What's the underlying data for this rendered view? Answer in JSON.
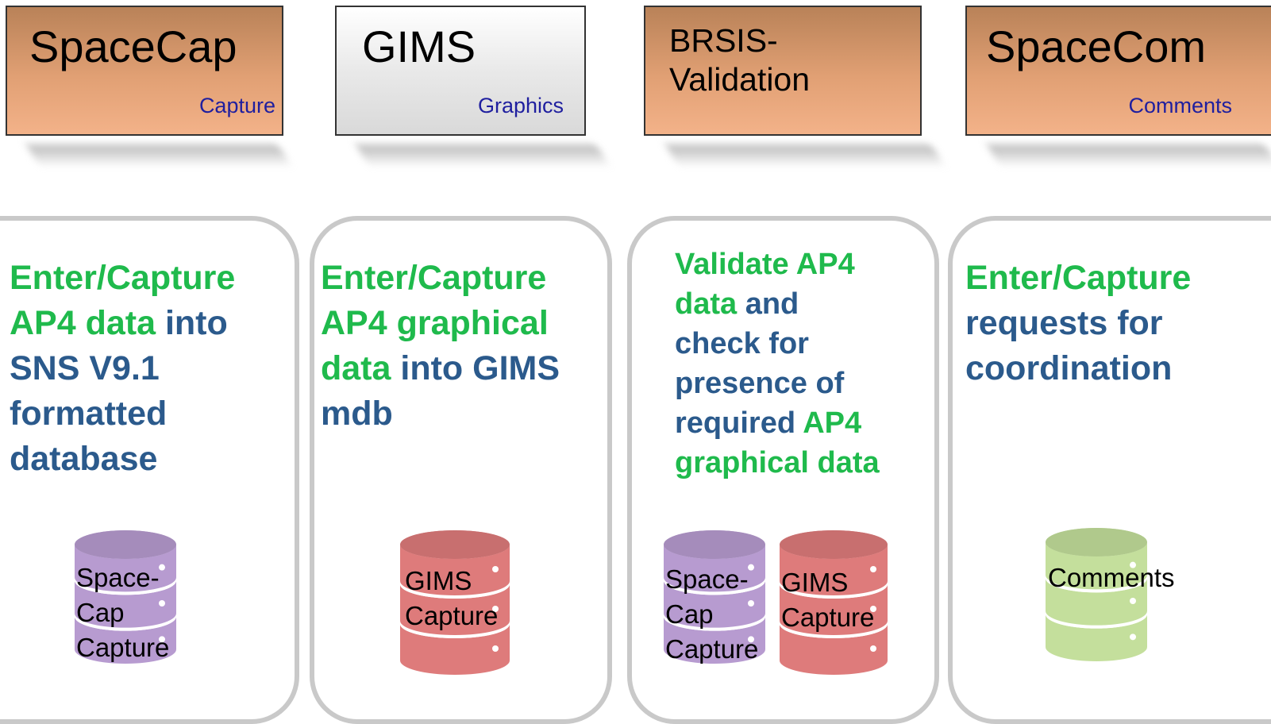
{
  "tools": [
    {
      "name": "SpaceCap",
      "sub": "Capture"
    },
    {
      "name": "GIMS",
      "sub": "Graphics"
    },
    {
      "name": "BRSIS-Validation",
      "sub": ""
    },
    {
      "name": "SpaceCom",
      "sub": "Comments"
    }
  ],
  "panels": [
    {
      "lines": [
        [
          {
            "t": "Enter/Capture",
            "c": "g"
          }
        ],
        [
          {
            "t": "AP4 data ",
            "c": "g"
          },
          {
            "t": "into",
            "c": "b"
          }
        ],
        [
          {
            "t": "SNS V9.1",
            "c": "b"
          }
        ],
        [
          {
            "t": "formatted",
            "c": "b"
          }
        ],
        [
          {
            "t": "database",
            "c": "b"
          }
        ]
      ]
    },
    {
      "lines": [
        [
          {
            "t": "Enter/Capture",
            "c": "g"
          }
        ],
        [
          {
            "t": "AP4 graphical",
            "c": "g"
          }
        ],
        [
          {
            "t": "data ",
            "c": "g"
          },
          {
            "t": "into GIMS",
            "c": "b"
          }
        ],
        [
          {
            "t": "mdb",
            "c": "b"
          }
        ]
      ]
    },
    {
      "lines": [
        [
          {
            "t": "Validate AP4",
            "c": "g"
          }
        ],
        [
          {
            "t": "data ",
            "c": "g"
          },
          {
            "t": "and",
            "c": "b"
          }
        ],
        [
          {
            "t": "check for",
            "c": "b"
          }
        ],
        [
          {
            "t": "presence of",
            "c": "b"
          }
        ],
        [
          {
            "t": "required ",
            "c": "b"
          },
          {
            "t": "AP4",
            "c": "g"
          }
        ],
        [
          {
            "t": "graphical data",
            "c": "g"
          }
        ]
      ]
    },
    {
      "lines": [
        [
          {
            "t": "Enter/Capture",
            "c": "g"
          }
        ],
        [
          {
            "t": "requests for",
            "c": "b"
          }
        ],
        [
          {
            "t": "coordination",
            "c": "b"
          }
        ]
      ]
    }
  ],
  "databases": [
    {
      "label": "Space-\nCap\nCapture",
      "color": "#b79bd0"
    },
    {
      "label": "GIMS\nCapture",
      "color": "#de7b7b"
    },
    {
      "label": "Space-\nCap\nCapture",
      "color": "#b79bd0"
    },
    {
      "label": "GIMS\nCapture",
      "color": "#de7b7b"
    },
    {
      "label": "Comments",
      "color": "#c4df9c"
    }
  ]
}
